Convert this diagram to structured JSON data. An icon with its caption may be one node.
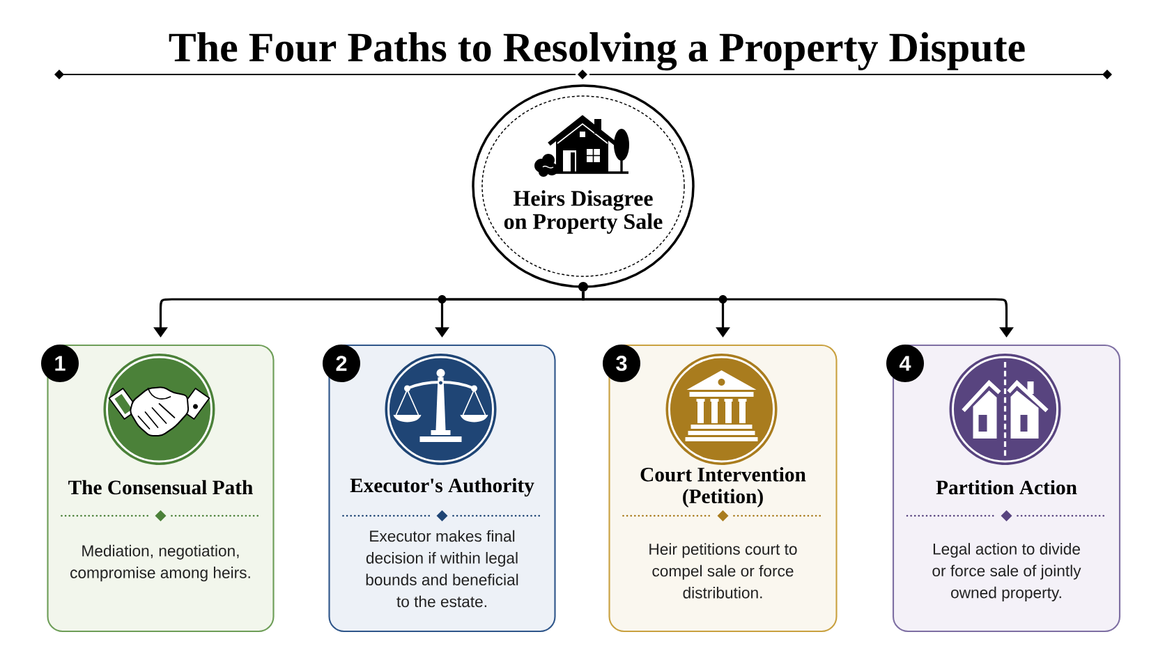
{
  "diagram": {
    "title": "The Four Paths to Resolving a Property Dispute",
    "nodes": [
      {
        "text": [
          "Heirs Disagree on Property Sale"
        ]
      },
      {
        "text": [
          "1"
        ]
      },
      {
        "text": [
          "The Consensual Path",
          "Mediation, negotiation, compromise among heirs."
        ]
      },
      {
        "text": [
          "2"
        ]
      },
      {
        "text": [
          "Executor's Authority",
          "Executor makes final decision if within legal bounds and beneficial to the estate."
        ]
      },
      {
        "text": [
          "3"
        ]
      },
      {
        "text": [
          "Court Intervention (Petition)",
          "Heir petitions court to compel sale or force distribution."
        ]
      },
      {
        "text": [
          "4"
        ]
      },
      {
        "text": [
          "Partition Action",
          "Legal action to divide or force sale of jointly owned property."
        ]
      }
    ],
    "edges": [
      {
        "from": 0,
        "to": 2,
        "arrow": "to"
      },
      {
        "from": 0,
        "to": 4,
        "arrow": "to"
      },
      {
        "from": 0,
        "to": 6,
        "arrow": "to"
      },
      {
        "from": 0,
        "to": 8,
        "arrow": "to"
      }
    ]
  }
}
